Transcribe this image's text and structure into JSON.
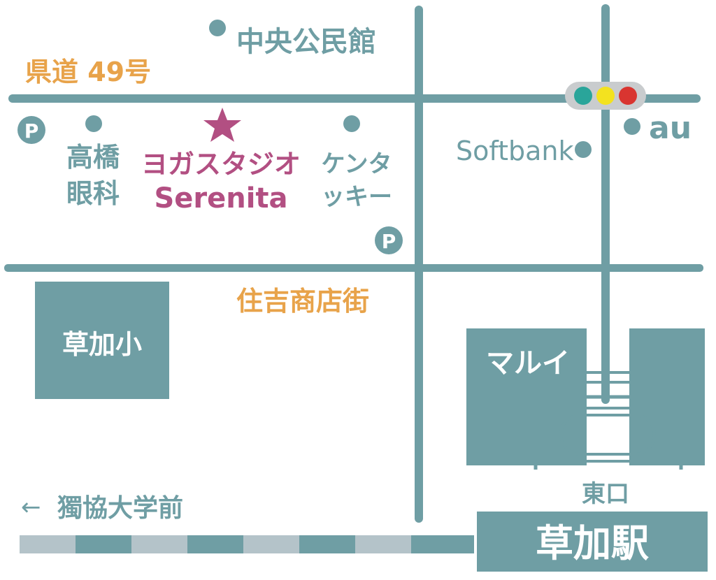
{
  "colors": {
    "road": "#6f9ea4",
    "label_teal": "#6f9ea4",
    "label_orange": "#e8a34a",
    "label_magenta": "#b24f82",
    "rail_light": "#b4c3c9",
    "signal_green": "#2aa59a",
    "signal_yellow": "#f3e21f",
    "signal_red": "#d93530",
    "signal_body": "#c9ccce",
    "white": "#ffffff"
  },
  "roads": {
    "prefectural_road": "県道 49号",
    "shopping_street": "住吉商店街"
  },
  "landmarks": {
    "community_center": "中央公民館",
    "clinic_line1": "高橋",
    "clinic_line2": "眼科",
    "kfc_line1": "ケンタ",
    "kfc_line2": "ッキー",
    "softbank": "Softbank",
    "au": "au",
    "school": "草加小",
    "marui": "マルイ",
    "east_exit": "東口",
    "station": "草加駅",
    "direction_arrow": "←",
    "direction_label": "獨協大学前"
  },
  "parking": {
    "left_label": "P",
    "right_label": "P"
  },
  "destination": {
    "name_line1": "ヨガスタジオ",
    "name_line2": "Serenita",
    "marker_icon": "star-icon"
  },
  "traffic_signal": {
    "icon": "traffic-light-icon",
    "lights": [
      "green",
      "yellow",
      "red"
    ]
  }
}
